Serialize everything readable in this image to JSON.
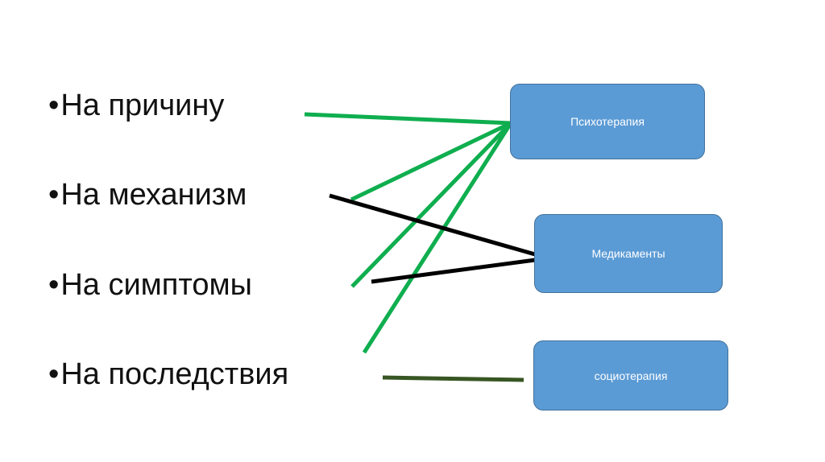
{
  "bullets": [
    {
      "marker": "•",
      "text": "На причину"
    },
    {
      "marker": "•",
      "text": "На механизм"
    },
    {
      "marker": "•",
      "text": "На симптомы"
    },
    {
      "marker": "•",
      "text": "На последствия"
    }
  ],
  "boxes": [
    {
      "label": "Психотерапия"
    },
    {
      "label": "Медикаменты"
    },
    {
      "label": "социотерапия"
    }
  ],
  "colors": {
    "box_fill": "#5b9bd5",
    "box_border": "#41719c",
    "green_line": "#0fae4f",
    "black_line": "#000000",
    "dark_green_line": "#375623"
  }
}
